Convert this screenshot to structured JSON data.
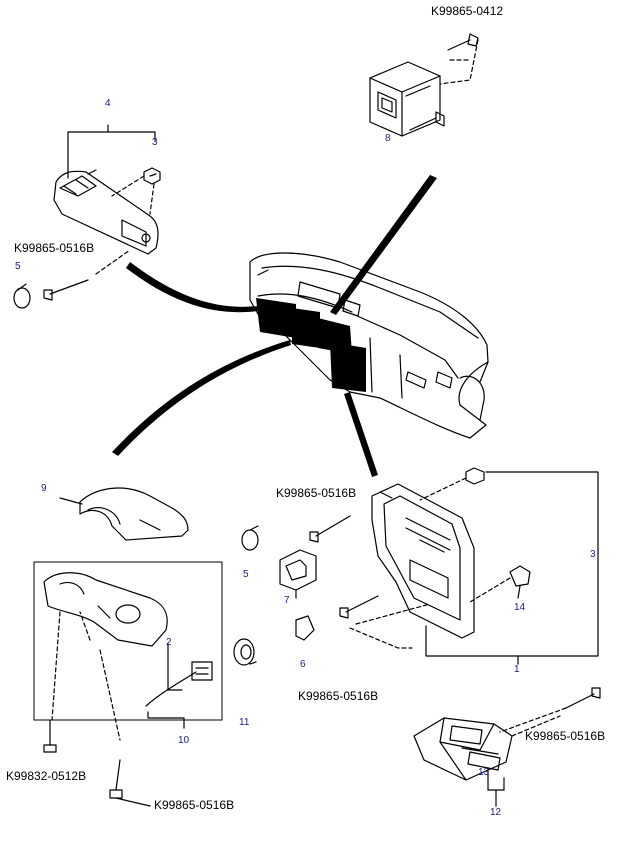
{
  "colors": {
    "ink": "#000000",
    "callout": "#1a1a8c",
    "background": "#ffffff"
  },
  "part_numbers": {
    "k99865_0412": "K99865-0412",
    "k99865_0516b_left": "K99865-0516B",
    "k99865_0516b_center": "K99865-0516B",
    "k99865_0516b_lower": "K99865-0516B",
    "k99865_0516b_right": "K99865-0516B",
    "k99865_0516b_bottom": "K99865-0516B",
    "k99832_0512b": "K99832-0512B"
  },
  "callouts": {
    "c1": "1",
    "c2": "2",
    "c3_top": "3",
    "c3_right": "3",
    "c4": "4",
    "c5_left": "5",
    "c5_center": "5",
    "c6": "6",
    "c7": "7",
    "c8": "8",
    "c9": "9",
    "c10": "10",
    "c11": "11",
    "c12": "12",
    "c13": "13",
    "c14": "14"
  }
}
